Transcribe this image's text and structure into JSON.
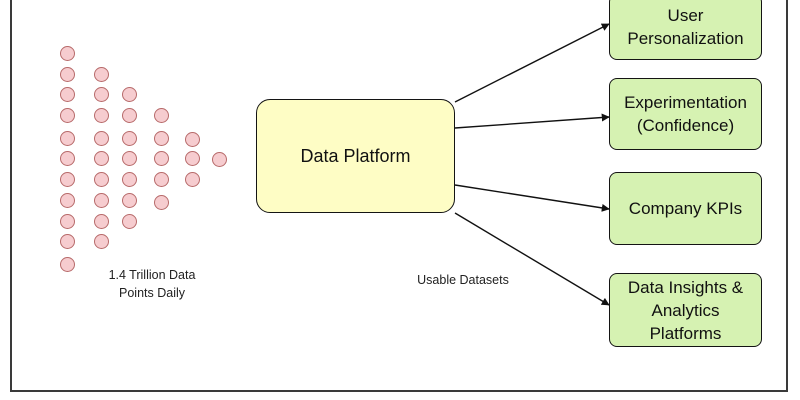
{
  "platform": {
    "label": "Data Platform"
  },
  "source": {
    "caption": "1.4 Trillion Data\nPoints Daily"
  },
  "edge_label": "Usable Datasets",
  "targets": [
    {
      "label": "User\nPersonalization"
    },
    {
      "label": "Experimentation\n(Confidence)"
    },
    {
      "label": "Company KPIs"
    },
    {
      "label": "Data Insights &\nAnalytics\nPlatforms"
    }
  ],
  "colors": {
    "dot_fill": "#f6cccf",
    "dot_stroke": "#b76a6a",
    "platform_fill": "#fefdc5",
    "target_fill": "#d6f2b2",
    "stroke": "#141414"
  }
}
